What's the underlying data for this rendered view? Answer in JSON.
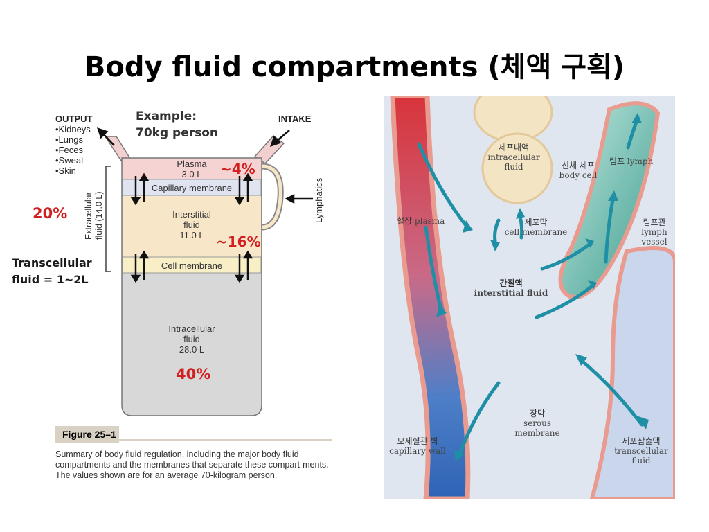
{
  "title": "Body fluid compartments (체액 구획)",
  "left": {
    "output_title": "OUTPUT",
    "output_items": [
      "•Kidneys",
      "•Lungs",
      "•Feces",
      "•Sweat",
      "•Skin"
    ],
    "example": "Example:",
    "example_sub": "70kg person",
    "intake": "INTAKE",
    "lymphatics": "Lymphatics",
    "extracellular": "Extracellular",
    "extracellular_vol": "fluid (14.0 L)",
    "plasma": "Plasma",
    "plasma_vol": "3.0 L",
    "capillary_membrane": "Capillary membrane",
    "interstitial": "Interstitial",
    "interstitial_fluid": "fluid",
    "interstitial_vol": "11.0 L",
    "cell_membrane": "Cell membrane",
    "intracellular": "Intracellular",
    "intracellular_fluid": "fluid",
    "intracellular_vol": "28.0 L",
    "pct_plasma": "~4%",
    "pct_interstitial": "~16%",
    "pct_ecf": "20%",
    "pct_icf": "40%",
    "transcellular_line1": "Transcellular",
    "transcellular_line2": "fluid = 1~2L",
    "figure_label": "Figure 25–1",
    "caption": "Summary of body fluid regulation, including the major body fluid compartments and the membranes that separate these compart-ments. The values shown are for an average 70-kilogram person."
  },
  "right": {
    "intracellular_ko": "세포내액",
    "intracellular_en1": "intracellular",
    "intracellular_en2": "fluid",
    "body_cell_ko": "신체 세포",
    "body_cell_en": "body cell",
    "lymph_ko": "림프",
    "lymph_en": "lymph",
    "plasma_ko": "혈장",
    "plasma_en": "plasma",
    "cell_membrane_ko": "세포막",
    "cell_membrane_en": "cell membrane",
    "lymph_vessel_ko": "림프관",
    "lymph_vessel_en1": "lymph",
    "lymph_vessel_en2": "vessel",
    "interstitial_ko": "간질액",
    "interstitial_en": "interstitial fluid",
    "serous_ko": "장막",
    "serous_en": "serous membrane",
    "capillary_ko": "모세혈관 벽",
    "capillary_en": "capillary wall",
    "transcellular_ko": "세포삼출액",
    "transcellular_en1": "transcellular",
    "transcellular_en2": "fluid"
  },
  "colors": {
    "plasma_band": "#f6d3d3",
    "membrane_band": "#dfe4f0",
    "interstitial_band": "#f8e6c9",
    "cell_membrane_band": "#f9efc6",
    "intracellular_band": "#d8d8d8",
    "accent_red": "#d21f1f",
    "arrow_teal": "#1f8fa6"
  }
}
